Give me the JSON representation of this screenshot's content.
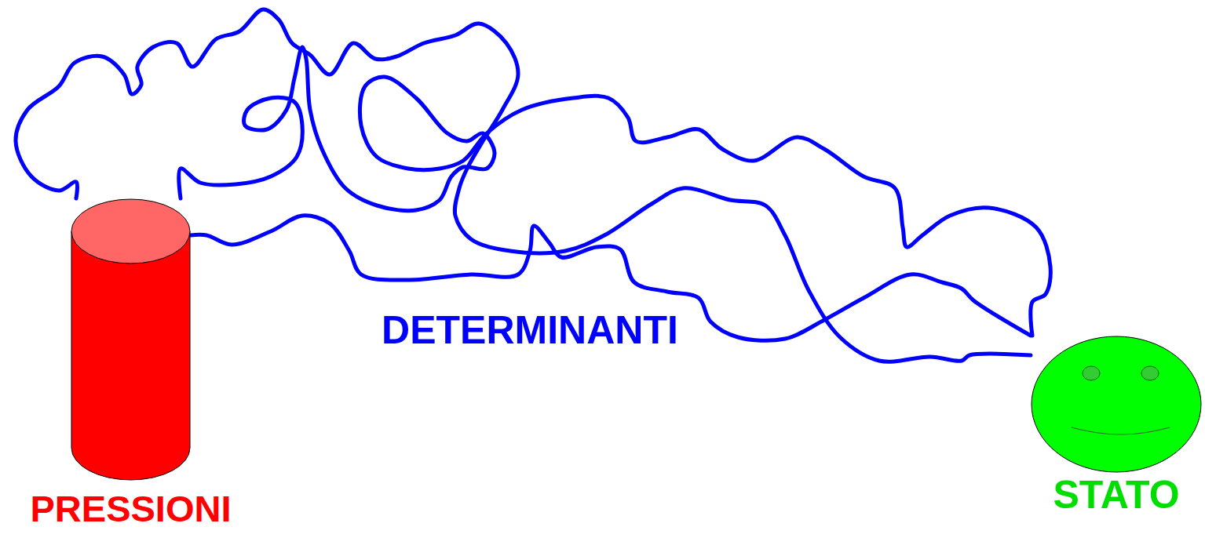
{
  "diagram": {
    "nodes": [
      {
        "text": [
          "PRESSIONI"
        ]
      },
      {
        "text": [
          "STATO"
        ]
      }
    ],
    "edges": [
      {
        "from": 0,
        "to": 1,
        "arrow": "none"
      },
      {
        "from": 0,
        "to": 1,
        "arrow": "none"
      },
      {
        "from": 0,
        "to": 1,
        "label": "DETERMINANTI",
        "arrow": "none"
      }
    ]
  }
}
